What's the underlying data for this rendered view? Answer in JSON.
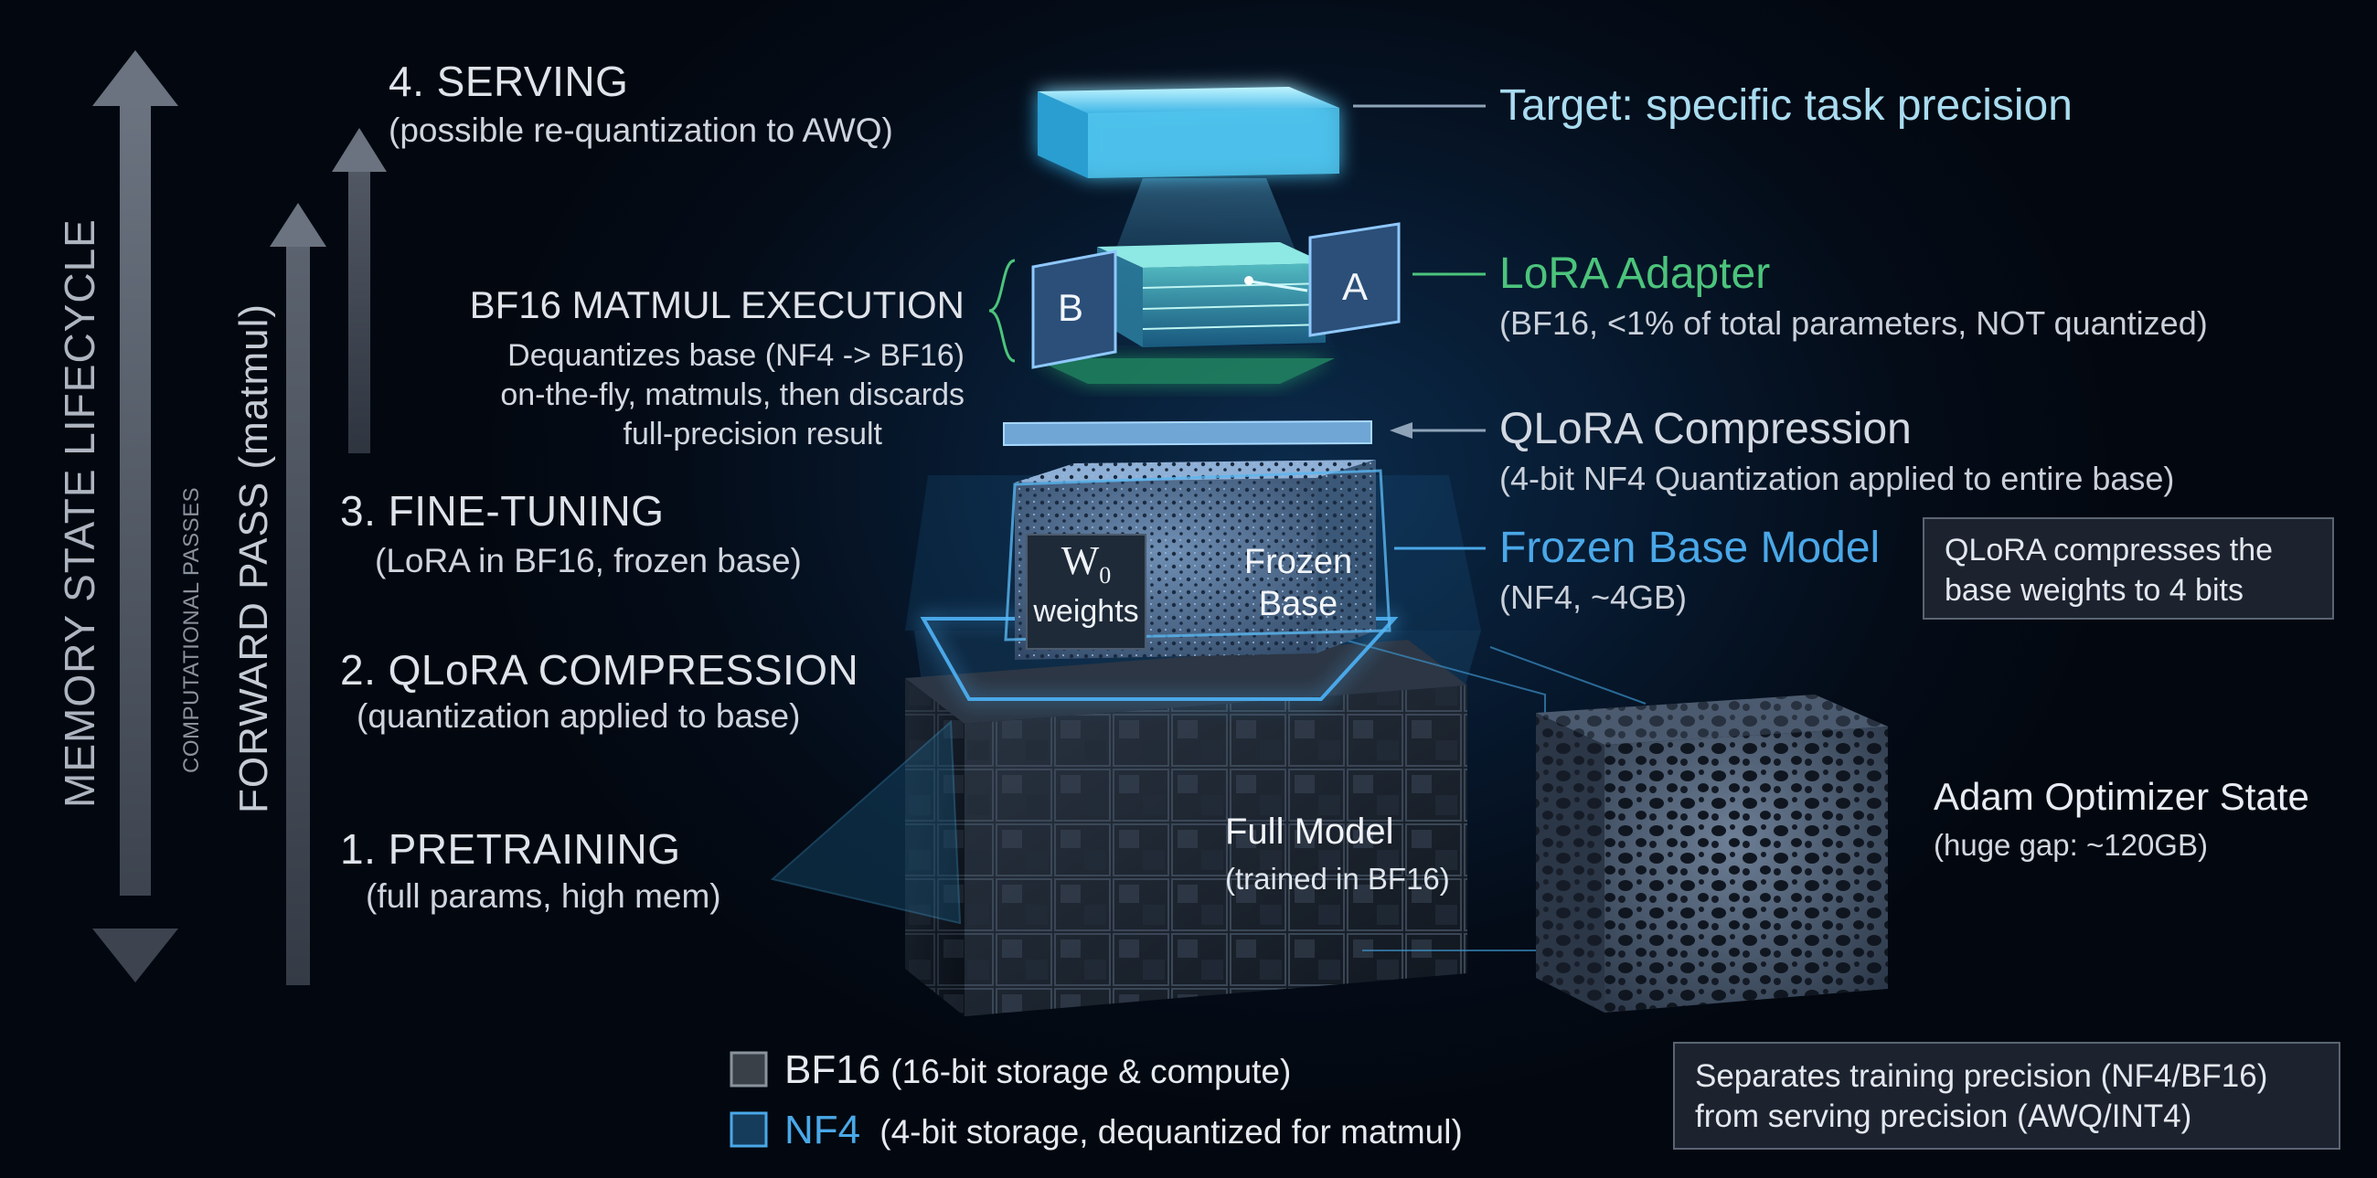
{
  "lifecycle": {
    "memory_label": "MEMORY STATE LIFECYCLE",
    "passes_label": "COMPUTATIONAL PASSES",
    "forward_label": "FORWARD PASS (matmul)"
  },
  "stages": [
    {
      "title": "4. SERVING",
      "subtitle": "(possible re-quantization to AWQ)"
    },
    {
      "title": "3. FINE-TUNING",
      "subtitle": "(LoRA in BF16, frozen base)"
    },
    {
      "title": "2. QLoRA COMPRESSION",
      "subtitle": "(quantization applied to base)"
    },
    {
      "title": "1. PRETRAINING",
      "subtitle": "(full params, high mem)"
    }
  ],
  "matmul": {
    "title": "BF16 MATMUL EXECUTION",
    "lines": [
      "Dequantizes base (NF4 -> BF16)",
      "on-the-fly, matmuls, then discards",
      "full-precision result"
    ]
  },
  "stack": {
    "adapter_b": "B",
    "adapter_a": "A",
    "w0_main": "W",
    "w0_sub": "0",
    "w0_weights": "weights",
    "frozen_line1": "Frozen",
    "frozen_line2": "Base",
    "full_model": "Full Model",
    "full_model_sub": "(trained in BF16)"
  },
  "callouts": {
    "target": "Target: specific task precision",
    "lora_title": "LoRA Adapter",
    "lora_sub": "(BF16, <1% of total parameters, NOT quantized)",
    "qlora_title": "QLoRA Compression",
    "qlora_sub": "(4-bit NF4 Quantization applied to entire base)",
    "frozen_title": "Frozen Base Model",
    "frozen_sub": "(NF4, ~4GB)",
    "note_line1": "QLoRA compresses the",
    "note_line2": "base weights to 4 bits",
    "adam_title": "Adam Optimizer State",
    "adam_sub": "(huge gap: ~120GB)"
  },
  "legend": {
    "bf16_label": "BF16",
    "bf16_desc": "(16-bit storage & compute)",
    "nf4_label": "NF4",
    "nf4_desc": "(4-bit storage, dequantized for matmul)"
  },
  "footer_note": {
    "line1": "Separates training precision (NF4/BF16)",
    "line2": "from serving precision (AWQ/INT4)"
  },
  "colors": {
    "accent_blue": "#4aa8e8",
    "lora_green": "#4cc47c",
    "target_cyan": "#a9dcf0",
    "text_light": "#d9dee6"
  }
}
